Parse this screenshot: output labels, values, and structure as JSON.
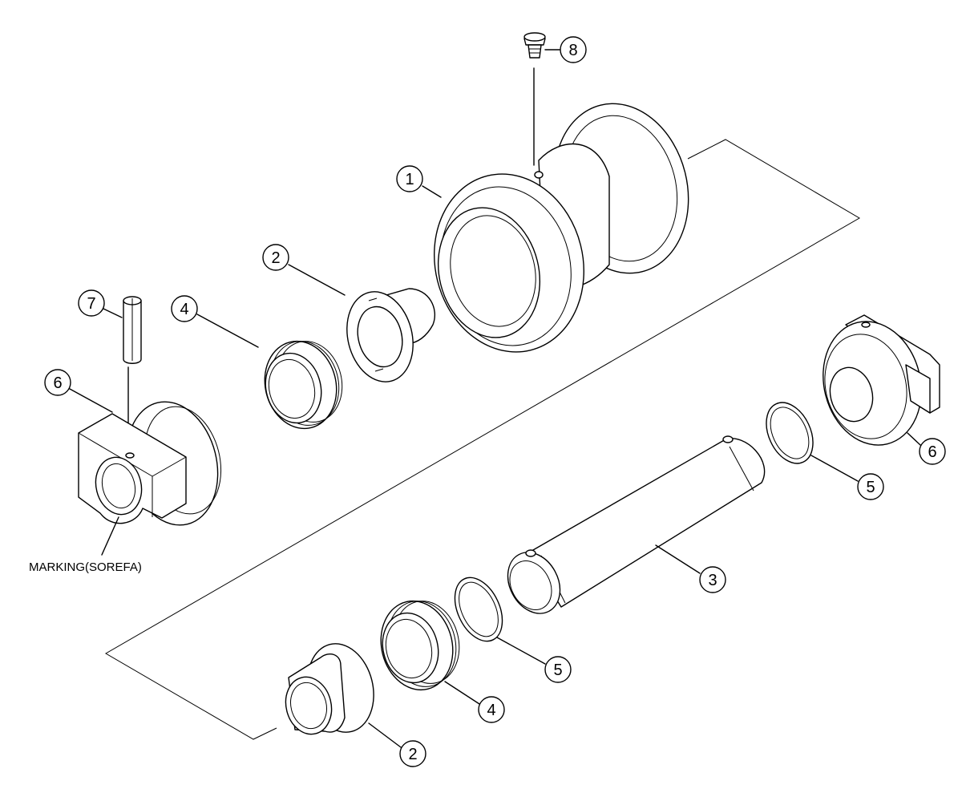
{
  "callouts": {
    "c1": "1",
    "c2a": "2",
    "c2b": "2",
    "c3": "3",
    "c4a": "4",
    "c4b": "4",
    "c5a": "5",
    "c5b": "5",
    "c6a": "6",
    "c6b": "6",
    "c7": "7",
    "c8": "8"
  },
  "marking_label": "MARKING(SOREFA)"
}
